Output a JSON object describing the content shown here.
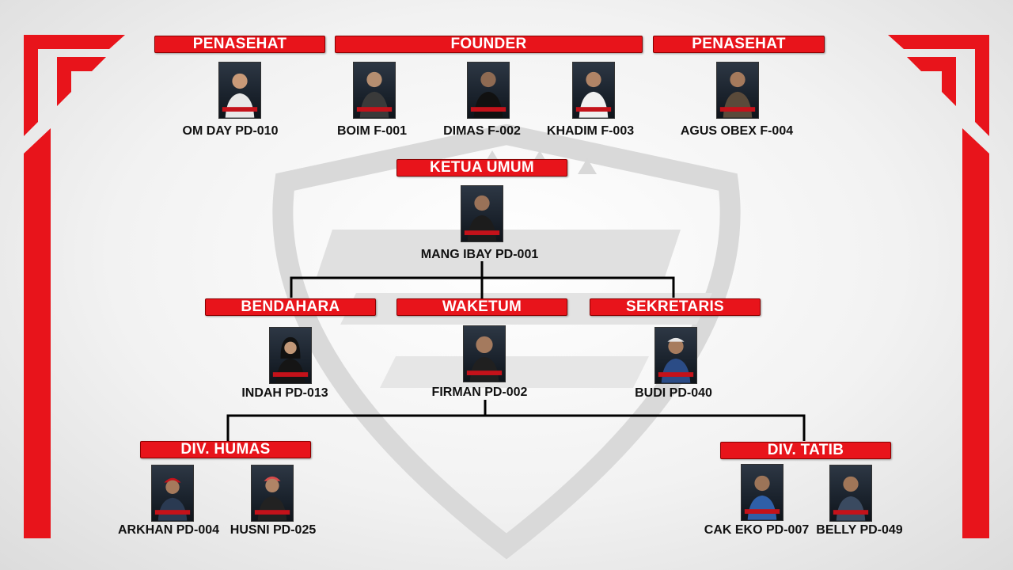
{
  "colors": {
    "accent": "#e8141b",
    "line": "#000000"
  },
  "roles": {
    "penasehat_left": "PENASEHAT",
    "founder": "FOUNDER",
    "penasehat_right": "PENASEHAT",
    "ketua_umum": "KETUA UMUM",
    "bendahara": "BENDAHARA",
    "waketum": "WAKETUM",
    "sekretaris": "SEKRETARIS",
    "div_humas": "DIV. HUMAS",
    "div_tatib": "DIV. TATIB"
  },
  "members": {
    "om_day": "OM DAY  PD-010",
    "boim": "BOIM  F-001",
    "dimas": "DIMAS  F-002",
    "khadim": "KHADIM  F-003",
    "agus_obex": "AGUS OBEX  F-004",
    "mang_ibay": "MANG IBAY  PD-001",
    "indah": "INDAH  PD-013",
    "firman": "FIRMAN  PD-002",
    "budi": "BUDI  PD-040",
    "arkhan": "ARKHAN PD-004",
    "husni": "HUSNI  PD-025",
    "cak_eko": "CAK EKO  PD-007",
    "belly": "BELLY  PD-049"
  },
  "icons": {
    "photo": "member-photo",
    "logo": "pci-logo-watermark"
  }
}
